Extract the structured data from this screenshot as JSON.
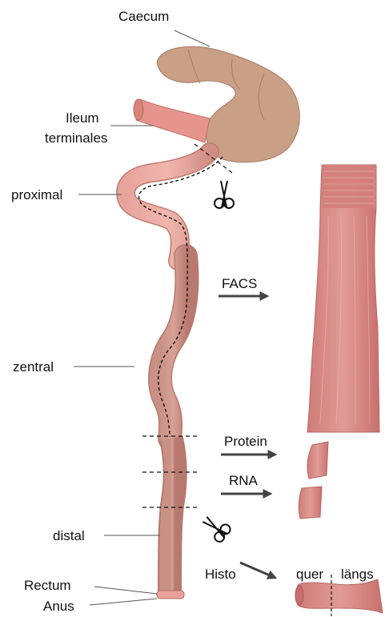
{
  "anatomy_labels": {
    "caecum": "Caecum",
    "ileum_line1": "Ileum",
    "ileum_line2": "terminales",
    "proximal": "proximal",
    "zentral": "zentral",
    "distal": "distal",
    "rectum": "Rectum",
    "anus": "Anus"
  },
  "process_labels": {
    "facs": "FACS",
    "protein": "Protein",
    "rna": "RNA",
    "histo": "Histo",
    "quer": "quer",
    "laengs": "längs"
  },
  "colors": {
    "colon_fill": "#e9a39c",
    "colon_dark": "#c98579",
    "caecum_fill": "#c99f86",
    "tissue_fill": "#d88a86",
    "arrow": "#444444",
    "text": "#111111"
  },
  "icons": [
    "scissors-icon",
    "arrow-right-icon"
  ]
}
